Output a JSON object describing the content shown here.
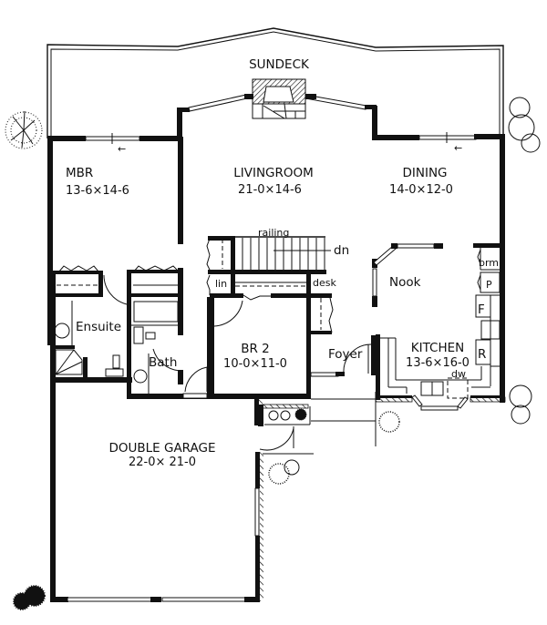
{
  "plan": {
    "title": "Floor plan",
    "rooms": [
      {
        "id": "sundeck",
        "name": "SUNDECK",
        "dims": ""
      },
      {
        "id": "mbr",
        "name": "MBR",
        "dims": "13-6×14-6"
      },
      {
        "id": "livingroom",
        "name": "LIVINGROOM",
        "dims": "21-0×14-6"
      },
      {
        "id": "dining",
        "name": "DINING",
        "dims": "14-0×12-0"
      },
      {
        "id": "nook",
        "name": "Nook",
        "dims": ""
      },
      {
        "id": "kitchen",
        "name": "KITCHEN",
        "dims": "13-6×16-0"
      },
      {
        "id": "ensuite",
        "name": "Ensuite",
        "dims": ""
      },
      {
        "id": "bath",
        "name": "Bath",
        "dims": ""
      },
      {
        "id": "br2",
        "name": "BR 2",
        "dims": "10-0×11-0"
      },
      {
        "id": "foyer",
        "name": "Foyer",
        "dims": ""
      },
      {
        "id": "garage",
        "name": "DOUBLE GARAGE",
        "dims": "22-0× 21-0"
      }
    ],
    "annotations": {
      "railing": "railing",
      "dn": "dn",
      "lin": "lin",
      "desk": "desk",
      "brm": "brm",
      "pantry": "P",
      "fridge": "F",
      "range": "R",
      "dw": "dw",
      "slide_arrow": "←"
    }
  }
}
